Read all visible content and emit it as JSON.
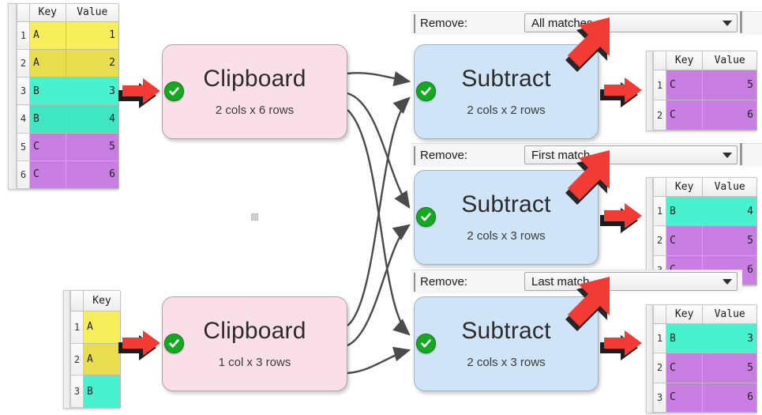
{
  "app": {
    "kind": "data-flow-graph",
    "background": "#ffffff",
    "accent_arrow_color": "#f23b34",
    "node_ok_badge_color": "#16a822"
  },
  "tables": {
    "source_top": {
      "name": "source-table-top",
      "columns": [
        "Key",
        "Value"
      ],
      "rows": [
        {
          "n": "1",
          "Key": "A",
          "Value": "1",
          "color": "#f7ee5c"
        },
        {
          "n": "2",
          "Key": "A",
          "Value": "2",
          "color": "#e7dd4e"
        },
        {
          "n": "3",
          "Key": "B",
          "Value": "3",
          "color": "#48f2cf"
        },
        {
          "n": "4",
          "Key": "B",
          "Value": "4",
          "color": "#3fe6c2"
        },
        {
          "n": "5",
          "Key": "C",
          "Value": "5",
          "color": "#c77ee0"
        },
        {
          "n": "6",
          "Key": "C",
          "Value": "6",
          "color": "#c97fe2"
        }
      ]
    },
    "source_bottom": {
      "name": "source-table-bottom",
      "columns": [
        "Key"
      ],
      "rows": [
        {
          "n": "1",
          "Key": "A",
          "color": "#f7ee5c"
        },
        {
          "n": "2",
          "Key": "A",
          "color": "#e7dd4e"
        },
        {
          "n": "3",
          "Key": "B",
          "color": "#48f2cf"
        }
      ]
    },
    "result_top": {
      "name": "result-table-all-matches",
      "columns": [
        "Key",
        "Value"
      ],
      "rows": [
        {
          "n": "1",
          "Key": "C",
          "Value": "5",
          "color": "#c77ee0"
        },
        {
          "n": "2",
          "Key": "C",
          "Value": "6",
          "color": "#c97fe2"
        }
      ]
    },
    "result_middle": {
      "name": "result-table-first-match",
      "columns": [
        "Key",
        "Value"
      ],
      "rows": [
        {
          "n": "1",
          "Key": "B",
          "Value": "4",
          "color": "#48f2cf"
        },
        {
          "n": "2",
          "Key": "C",
          "Value": "5",
          "color": "#c77ee0"
        },
        {
          "n": "3",
          "Key": "C",
          "Value": "6",
          "color": "#c97fe2"
        }
      ]
    },
    "result_bottom": {
      "name": "result-table-last-match",
      "columns": [
        "Key",
        "Value"
      ],
      "rows": [
        {
          "n": "1",
          "Key": "B",
          "Value": "3",
          "color": "#48f2cf"
        },
        {
          "n": "2",
          "Key": "C",
          "Value": "5",
          "color": "#c77ee0"
        },
        {
          "n": "3",
          "Key": "C",
          "Value": "6",
          "color": "#c97fe2"
        }
      ]
    }
  },
  "nodes": {
    "clipboard_top": {
      "title": "Clipboard",
      "size_label": "2 cols x 6 rows",
      "status": "ok"
    },
    "clipboard_bottom": {
      "title": "Clipboard",
      "size_label": "1 col x 3 rows",
      "status": "ok"
    },
    "subtract_top": {
      "title": "Subtract",
      "size_label": "2 cols x 2 rows",
      "status": "ok"
    },
    "subtract_middle": {
      "title": "Subtract",
      "size_label": "2 cols x 3 rows",
      "status": "ok"
    },
    "subtract_bottom": {
      "title": "Subtract",
      "size_label": "2 cols x 3 rows",
      "status": "ok"
    }
  },
  "panels": {
    "remove_top": {
      "label": "Remove:",
      "value": "All matches"
    },
    "remove_middle": {
      "label": "Remove:",
      "value": "First match"
    },
    "remove_bottom": {
      "label": "Remove:",
      "value": "Last match"
    }
  },
  "dropdown_options": [
    "All matches",
    "First match",
    "Last match"
  ],
  "annotations": {
    "arrows": [
      {
        "name": "arrow-to-clipboard-top",
        "direction": "right"
      },
      {
        "name": "arrow-to-clipboard-bottom",
        "direction": "right"
      },
      {
        "name": "arrow-to-result-top",
        "direction": "right"
      },
      {
        "name": "arrow-to-result-middle",
        "direction": "right"
      },
      {
        "name": "arrow-to-result-bottom",
        "direction": "right"
      },
      {
        "name": "arrow-to-subtract-top",
        "direction": "down-left"
      },
      {
        "name": "arrow-to-subtract-middle",
        "direction": "down-left"
      },
      {
        "name": "arrow-to-subtract-bottom",
        "direction": "down-left"
      }
    ]
  }
}
